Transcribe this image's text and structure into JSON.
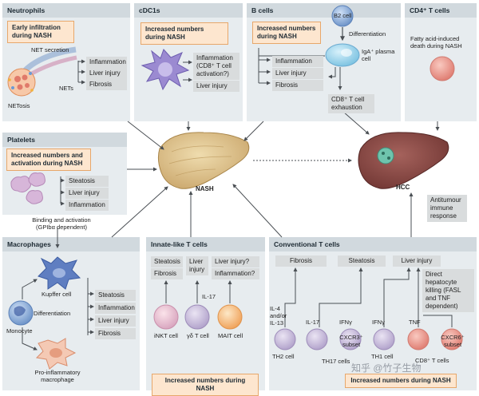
{
  "neutrophils": {
    "title": "Neutrophils",
    "highlight": "Early infiltration during NASH",
    "net_secretion": "NET secretion",
    "nets": "NETs",
    "netosis": "NETosis",
    "effects": [
      "Inflammation",
      "Liver injury",
      "Fibrosis"
    ]
  },
  "cdc1s": {
    "title": "cDC1s",
    "highlight": "Increased numbers during NASH",
    "effect_inflammation": "Inflammation (CD8⁺ T cell activation?)",
    "effect_injury": "Liver injury"
  },
  "bcells": {
    "title": "B cells",
    "b2_cell": "B2 cell",
    "differentiation": "Differentiation",
    "highlight": "Increased numbers during NASH",
    "plasma": "IgA⁺ plasma cell",
    "effects": [
      "Inflammation",
      "Liver injury",
      "Fibrosis"
    ],
    "exhaustion": "CD8⁺ T cell exhaustion"
  },
  "cd4": {
    "title": "CD4⁺ T cells",
    "text": "Fatty acid-induced death during NASH"
  },
  "platelets": {
    "title": "Platelets",
    "highlight": "Increased numbers and activation during NASH",
    "effects": [
      "Steatosis",
      "Liver injury",
      "Inflammation"
    ],
    "binding": "Binding and activation (GPIbα dependent)"
  },
  "center": {
    "nash": "NASH",
    "hcc": "HCC",
    "antitumour": "Antitumour immune response"
  },
  "macrophages": {
    "title": "Macrophages",
    "kupffer": "Kupffer cell",
    "differentiation": "Differentiation",
    "monocyte": "Monocyte",
    "proinflammatory": "Pro-inflammatory macrophage",
    "effects": [
      "Steatosis",
      "Inflammation",
      "Liver injury",
      "Fibrosis"
    ]
  },
  "innate": {
    "title": "Innate-like T cells",
    "col1": [
      "Steatosis",
      "Fibrosis"
    ],
    "col2": "Liver injury",
    "col3": [
      "Liver injury?",
      "Inflammation?"
    ],
    "il17": "IL-17",
    "cells": [
      "iNKT cell",
      "γδ T cell",
      "MAIT cell"
    ],
    "highlight": "Increased numbers during NASH"
  },
  "conventional": {
    "title": "Conventional T cells",
    "effects": [
      "Fibrosis",
      "Steatosis",
      "Liver injury"
    ],
    "killing": "Direct hepatocyte killing (FASL and TNF dependent)",
    "il4": "IL-4 and/or IL-13",
    "il17": "IL-17",
    "ifng1": "IFNγ",
    "ifng2": "IFNγ",
    "tnf": "TNF",
    "th2": "TH2 cell",
    "cxcr3": "CXCR3⁺ subset",
    "th17": "TH17 cells",
    "th1": "TH1 cell",
    "cxcr6": "CXCR6⁺ subset",
    "cd8": "CD8⁺ T cells",
    "highlight": "Increased numbers during NASH"
  },
  "watermark": "知乎 @竹子生物"
}
